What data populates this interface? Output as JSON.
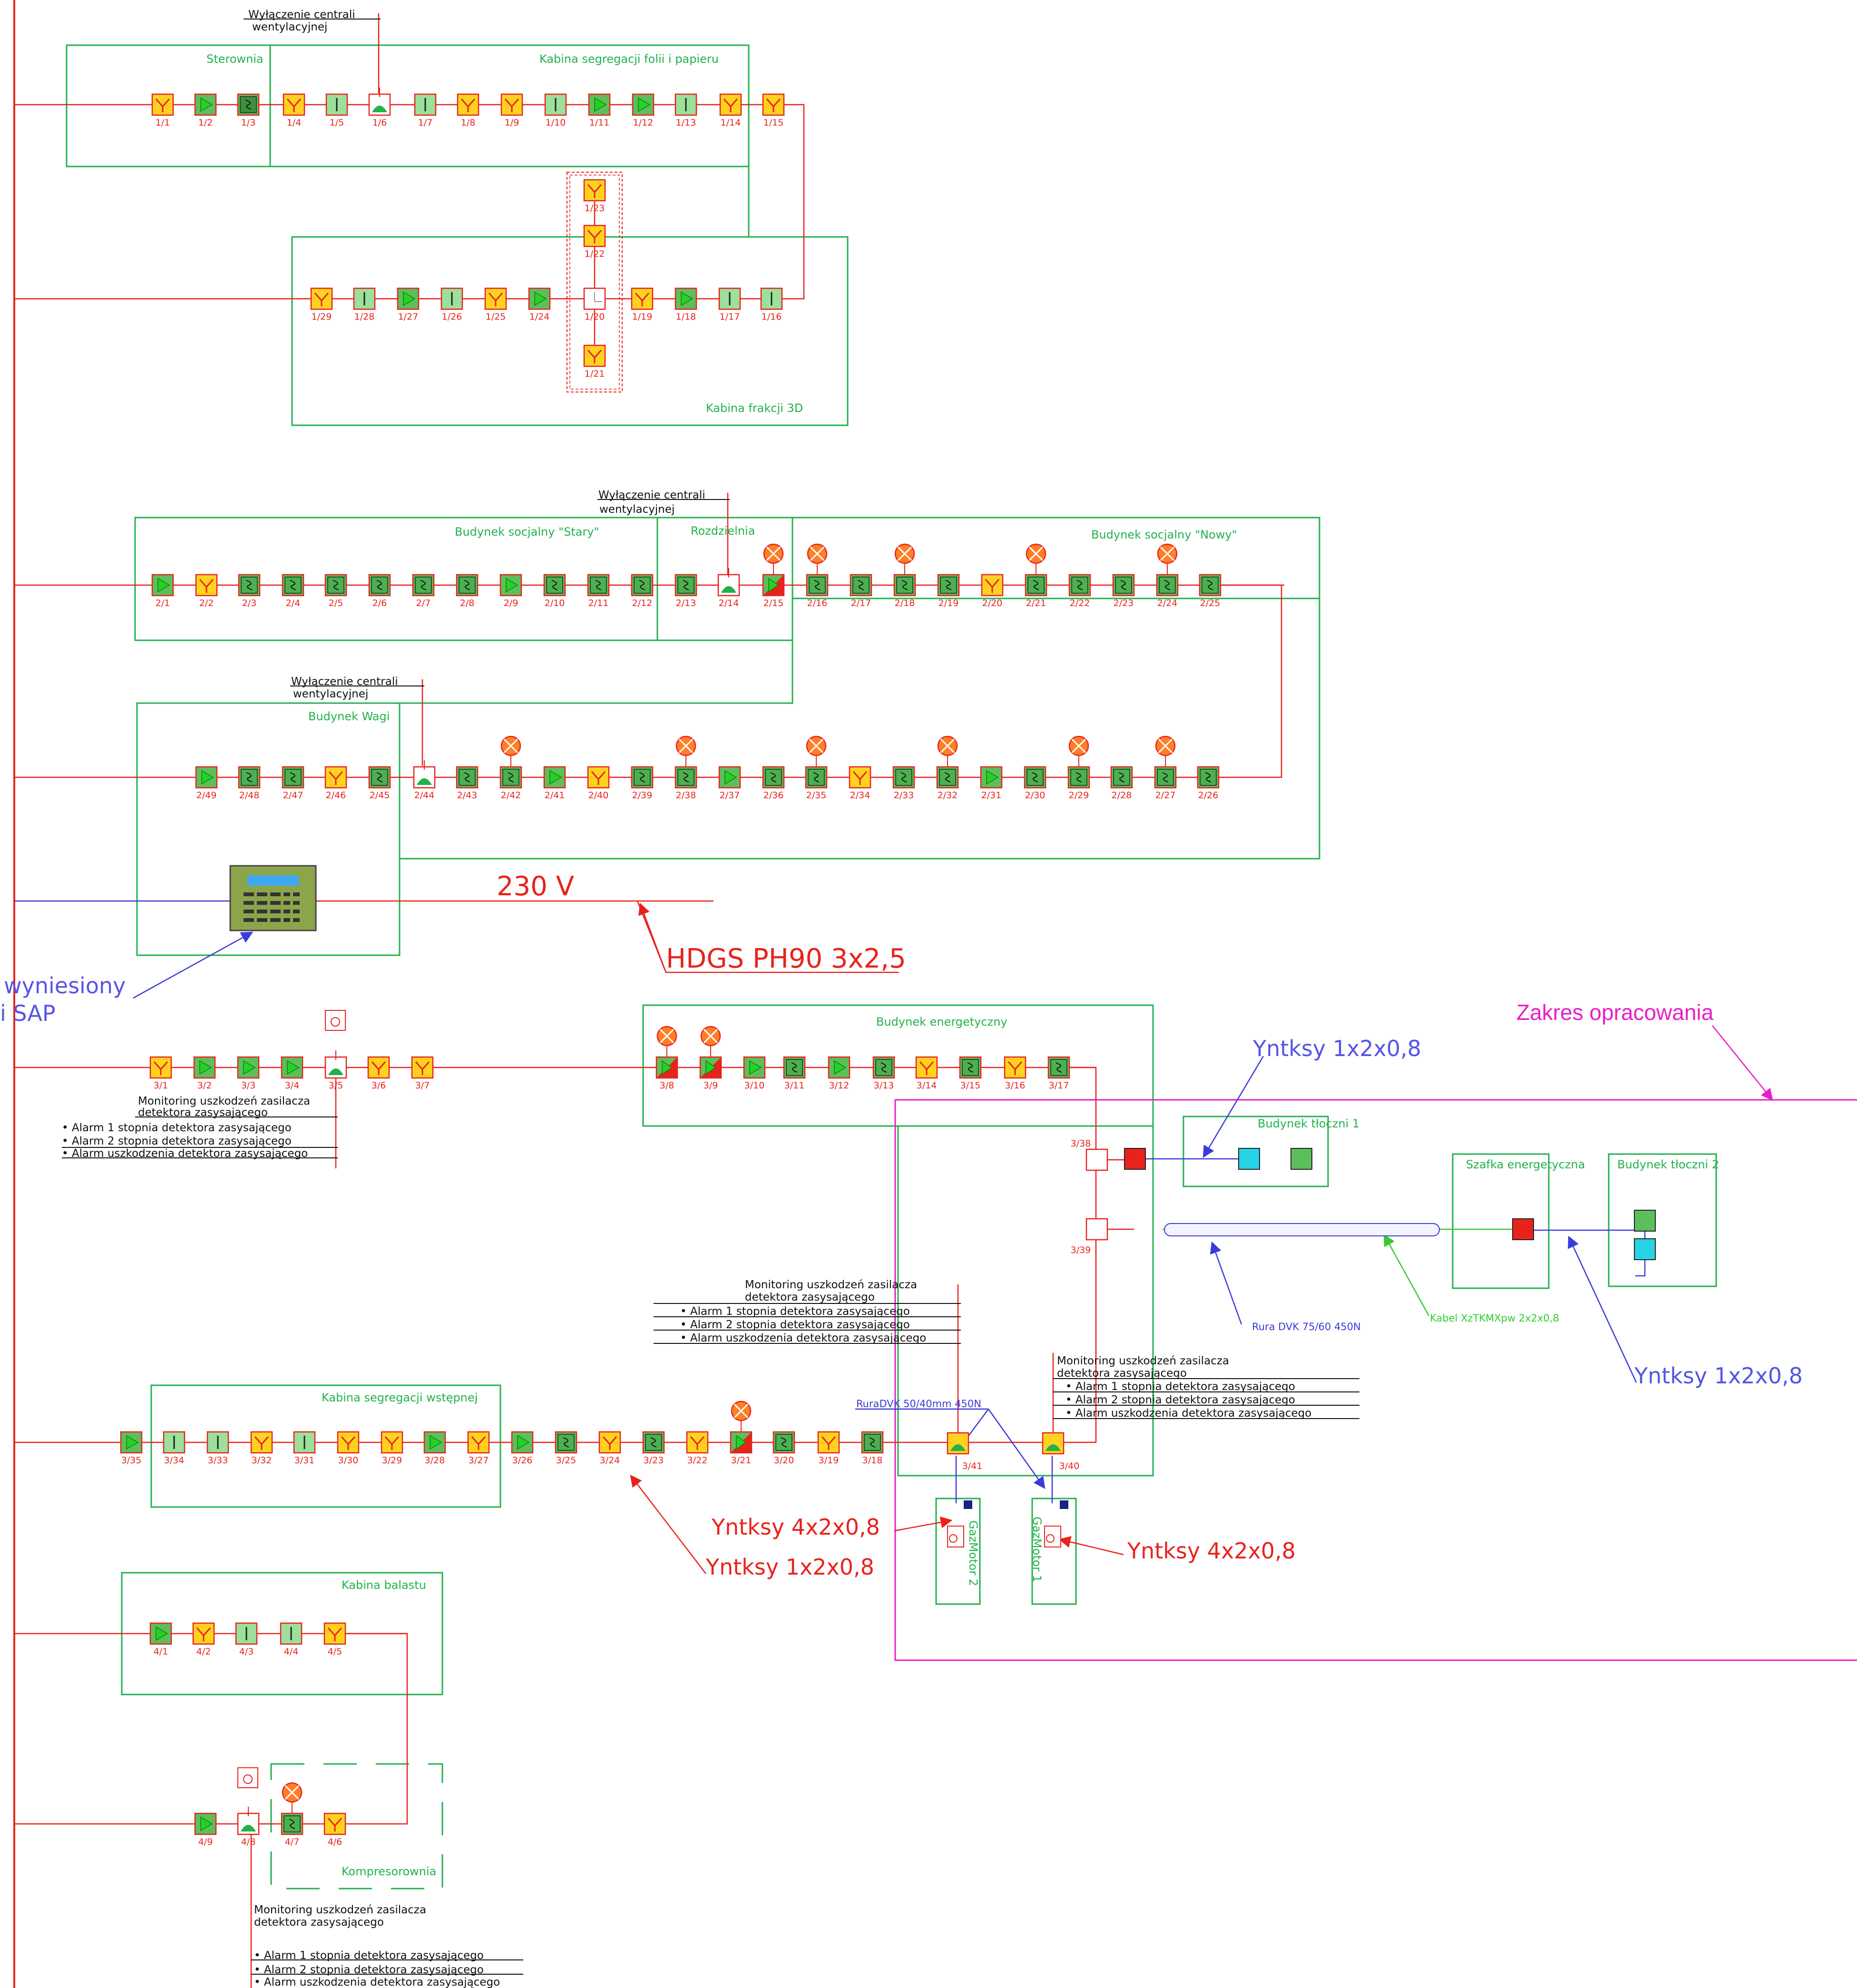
{
  "colors": {
    "zone": "#22b14c",
    "loop": "#e8231c",
    "blue": "#3b3bd9",
    "magenta": "#e81ec8",
    "detector_fill": "#ffd21f",
    "module_fill": "#5cbf5c",
    "light_fill": "#9be09b",
    "cyan": "#27d3e6",
    "panel": "#8da54a"
  },
  "zones": [
    {
      "label": "Sterownia"
    },
    {
      "label": "Kabina  segregacji  folii  i  papieru"
    },
    {
      "label": "Kabina  frakcji  3D"
    },
    {
      "label": "Budynek  socjalny  \"Stary\""
    },
    {
      "label": "Rozdzielnia"
    },
    {
      "label": "Budynek  socjalny  \"Nowy\""
    },
    {
      "label": "Budynek  Wagi"
    },
    {
      "label": "Budynek  energetyczny"
    },
    {
      "label": "Kabina  segregacji  wstępnej"
    },
    {
      "label": "Kabina  balastu"
    },
    {
      "label": "Kompresorownia"
    },
    {
      "label": "Budynek tłoczni  1"
    },
    {
      "label": "Szafka energetyczna"
    },
    {
      "label": "Budynek tłoczni  2"
    },
    {
      "label": "GazMotor  2"
    },
    {
      "label": "GazMotor  1"
    }
  ],
  "loops": [
    {
      "id": "L1a",
      "devices": [
        {
          "label": "1/1",
          "type": "Y"
        },
        {
          "label": "1/2",
          "type": "G"
        },
        {
          "label": "1/3",
          "type": "D"
        },
        {
          "label": "1/4",
          "type": "Y"
        },
        {
          "label": "1/5",
          "type": "L"
        },
        {
          "label": "1/6",
          "type": "C"
        },
        {
          "label": "1/7",
          "type": "L"
        },
        {
          "label": "1/8",
          "type": "Y"
        },
        {
          "label": "1/9",
          "type": "Y"
        },
        {
          "label": "1/10",
          "type": "L"
        },
        {
          "label": "1/11",
          "type": "G"
        },
        {
          "label": "1/12",
          "type": "G"
        },
        {
          "label": "1/13",
          "type": "L"
        },
        {
          "label": "1/14",
          "type": "Y"
        },
        {
          "label": "1/15",
          "type": "Y"
        }
      ]
    },
    {
      "id": "L1b",
      "devices": [
        {
          "label": "1/29",
          "type": "Y"
        },
        {
          "label": "1/28",
          "type": "L"
        },
        {
          "label": "1/27",
          "type": "G"
        },
        {
          "label": "1/26",
          "type": "L"
        },
        {
          "label": "1/25",
          "type": "Y"
        },
        {
          "label": "1/24",
          "type": "G"
        },
        {
          "label": "1/20",
          "type": "W"
        },
        {
          "label": "1/19",
          "type": "Y"
        },
        {
          "label": "1/18",
          "type": "G"
        },
        {
          "label": "1/17",
          "type": "L"
        },
        {
          "label": "1/16",
          "type": "L"
        }
      ]
    },
    {
      "id": "L1c",
      "devices": [
        {
          "label": "1/23",
          "type": "Y"
        },
        {
          "label": "1/22",
          "type": "Y"
        },
        {
          "label": "1/21",
          "type": "Y"
        }
      ]
    },
    {
      "id": "L2a",
      "devices": [
        {
          "label": "2/1",
          "type": "G"
        },
        {
          "label": "2/2",
          "type": "Y"
        },
        {
          "label": "2/3",
          "type": "M"
        },
        {
          "label": "2/4",
          "type": "M"
        },
        {
          "label": "2/5",
          "type": "M"
        },
        {
          "label": "2/6",
          "type": "M"
        },
        {
          "label": "2/7",
          "type": "M"
        },
        {
          "label": "2/8",
          "type": "M"
        },
        {
          "label": "2/9",
          "type": "G"
        },
        {
          "label": "2/10",
          "type": "M"
        },
        {
          "label": "2/11",
          "type": "M"
        },
        {
          "label": "2/12",
          "type": "M"
        },
        {
          "label": "2/13",
          "type": "M"
        },
        {
          "label": "2/14",
          "type": "C"
        },
        {
          "label": "2/15",
          "type": "R",
          "lamp": true
        },
        {
          "label": "2/16",
          "type": "M",
          "lamp": true
        },
        {
          "label": "2/17",
          "type": "M"
        },
        {
          "label": "2/18",
          "type": "M",
          "lamp": true
        },
        {
          "label": "2/19",
          "type": "M"
        },
        {
          "label": "2/20",
          "type": "Y"
        },
        {
          "label": "2/21",
          "type": "M",
          "lamp": true
        },
        {
          "label": "2/22",
          "type": "M"
        },
        {
          "label": "2/23",
          "type": "M"
        },
        {
          "label": "2/24",
          "type": "M",
          "lamp": true
        },
        {
          "label": "2/25",
          "type": "M"
        }
      ]
    },
    {
      "id": "L2b",
      "devices": [
        {
          "label": "2/49",
          "type": "G"
        },
        {
          "label": "2/48",
          "type": "M"
        },
        {
          "label": "2/47",
          "type": "M"
        },
        {
          "label": "2/46",
          "type": "Y"
        },
        {
          "label": "2/45",
          "type": "M"
        },
        {
          "label": "2/44",
          "type": "C"
        },
        {
          "label": "2/43",
          "type": "M"
        },
        {
          "label": "2/42",
          "type": "M",
          "lamp": true
        },
        {
          "label": "2/41",
          "type": "G"
        },
        {
          "label": "2/40",
          "type": "Y"
        },
        {
          "label": "2/39",
          "type": "M"
        },
        {
          "label": "2/38",
          "type": "M",
          "lamp": true
        },
        {
          "label": "2/37",
          "type": "G"
        },
        {
          "label": "2/36",
          "type": "M"
        },
        {
          "label": "2/35",
          "type": "M",
          "lamp": true
        },
        {
          "label": "2/34",
          "type": "Y"
        },
        {
          "label": "2/33",
          "type": "M"
        },
        {
          "label": "2/32",
          "type": "M",
          "lamp": true
        },
        {
          "label": "2/31",
          "type": "G"
        },
        {
          "label": "2/30",
          "type": "M"
        },
        {
          "label": "2/29",
          "type": "M",
          "lamp": true
        },
        {
          "label": "2/28",
          "type": "M"
        },
        {
          "label": "2/27",
          "type": "M",
          "lamp": true
        },
        {
          "label": "2/26",
          "type": "M"
        }
      ]
    },
    {
      "id": "L3a",
      "devices": [
        {
          "label": "3/1",
          "type": "Y"
        },
        {
          "label": "3/2",
          "type": "G"
        },
        {
          "label": "3/3",
          "type": "G"
        },
        {
          "label": "3/4",
          "type": "G"
        },
        {
          "label": "3/5",
          "type": "C"
        },
        {
          "label": "3/6",
          "type": "Y"
        },
        {
          "label": "3/7",
          "type": "Y"
        }
      ]
    },
    {
      "id": "L3b",
      "devices": [
        {
          "label": "3/8",
          "type": "R",
          "lamp": true
        },
        {
          "label": "3/9",
          "type": "R",
          "lamp": true
        },
        {
          "label": "3/10",
          "type": "G"
        },
        {
          "label": "3/11",
          "type": "M"
        },
        {
          "label": "3/12",
          "type": "G"
        },
        {
          "label": "3/13",
          "type": "M"
        },
        {
          "label": "3/14",
          "type": "Y"
        },
        {
          "label": "3/15",
          "type": "M"
        },
        {
          "label": "3/16",
          "type": "Y"
        },
        {
          "label": "3/17",
          "type": "M"
        }
      ]
    },
    {
      "id": "L3c",
      "devices": [
        {
          "label": "3/35",
          "type": "G"
        },
        {
          "label": "3/34",
          "type": "L"
        },
        {
          "label": "3/33",
          "type": "L"
        },
        {
          "label": "3/32",
          "type": "Y"
        },
        {
          "label": "3/31",
          "type": "L"
        },
        {
          "label": "3/30",
          "type": "Y"
        },
        {
          "label": "3/29",
          "type": "Y"
        },
        {
          "label": "3/28",
          "type": "G"
        },
        {
          "label": "3/27",
          "type": "Y"
        },
        {
          "label": "3/26",
          "type": "G"
        },
        {
          "label": "3/25",
          "type": "M"
        },
        {
          "label": "3/24",
          "type": "Y"
        },
        {
          "label": "3/23",
          "type": "M"
        },
        {
          "label": "3/22",
          "type": "Y"
        },
        {
          "label": "3/21",
          "type": "R",
          "lamp": true
        },
        {
          "label": "3/20",
          "type": "M"
        },
        {
          "label": "3/19",
          "type": "Y"
        },
        {
          "label": "3/18",
          "type": "M"
        }
      ]
    },
    {
      "id": "L4a",
      "devices": [
        {
          "label": "4/1",
          "type": "G"
        },
        {
          "label": "4/2",
          "type": "Y"
        },
        {
          "label": "4/3",
          "type": "L"
        },
        {
          "label": "4/4",
          "type": "L"
        },
        {
          "label": "4/5",
          "type": "Y"
        }
      ]
    },
    {
      "id": "L4b",
      "devices": [
        {
          "label": "4/9",
          "type": "G"
        },
        {
          "label": "4/8",
          "type": "C"
        },
        {
          "label": "4/7",
          "type": "M",
          "lamp": true
        },
        {
          "label": "4/6",
          "type": "Y"
        }
      ]
    }
  ],
  "special_labels": {
    "d3_38": "3/38",
    "d3_39": "3/39",
    "d3_40": "3/40",
    "d3_41": "3/41"
  },
  "notes": {
    "vent_1": [
      "Wyłączenie  centrali",
      "wentylacyjnej"
    ],
    "vent_2": [
      "Wyłączenie  centrali",
      "wentylacyjnej"
    ],
    "vent_3": [
      "Wyłączenie  centrali",
      "wentylacyjnej"
    ],
    "monitoring": [
      "Monitoring  uszkodzeń  zasilacza",
      "detektora  zasysającego",
      "Alarm  1  stopnia  detektora  zasysającego",
      "Alarm  2  stopnia  detektora  zasysającego",
      "Alarm  uszkodzenia  detektora  zasysającego"
    ]
  },
  "callouts": {
    "voltage": "230  V",
    "cable_power": "HDGS  PH90  3x2,5",
    "wyniesiony": "wyniesiony",
    "sap": "i  SAP",
    "zakres": "Zakres opracowania",
    "yntksy_top": "Yntksy  1x2x0,8",
    "yntksy_right": "Yntksy  1x2x0,8",
    "rura_dvk": "Rura  DVK  75/60  450N",
    "kabel": "Kabel  XzTKMXpw  2x2x0,8",
    "rura_dvk_small": "RuraDVK  50/40mm  450N",
    "yntksy_4_left": "Yntksy  4x2x0,8",
    "yntksy_1_left": "Yntksy  1x2x0,8",
    "yntksy_4_right": "Yntksy  4x2x0,8"
  }
}
